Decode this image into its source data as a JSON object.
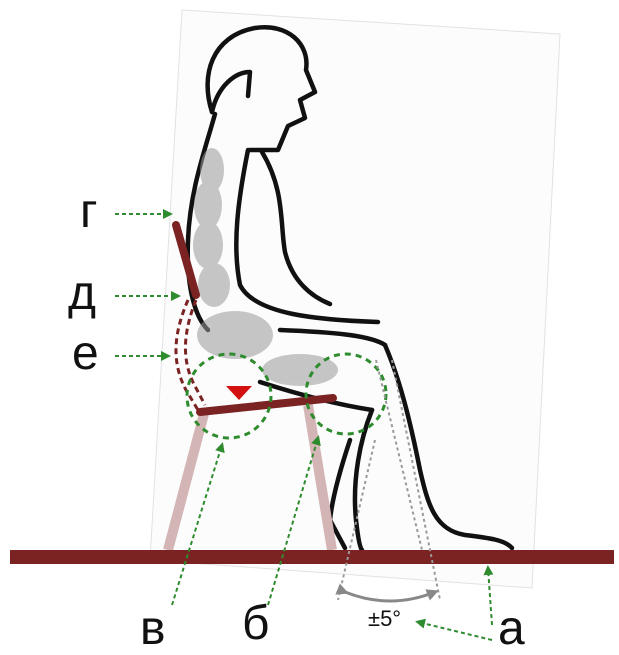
{
  "labels": {
    "a": "а",
    "b": "б",
    "v": "в",
    "g": "г",
    "d": "д",
    "e": "е",
    "angle": "±5°"
  },
  "colors": {
    "chair": "#7b2323",
    "chair_legs": "#d4b5b5",
    "floor": "#7b2323",
    "arrows": "#2e8b2e",
    "circles": "#2e8b2e",
    "angle_arrow": "#888888",
    "marker": "#d41111",
    "outline": "#111111"
  }
}
